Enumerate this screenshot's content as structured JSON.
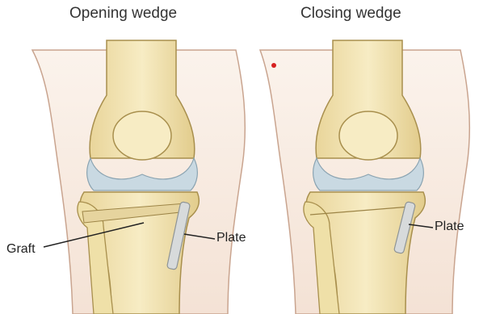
{
  "panels": {
    "left": {
      "title": "Opening wedge"
    },
    "right": {
      "title": "Closing wedge"
    }
  },
  "labels": {
    "graft": "Graft",
    "plate_left": "Plate",
    "plate_right": "Plate"
  },
  "colors": {
    "skin": "#f6e7dc",
    "skin_outline": "#c9a48f",
    "bone": "#f4e6b4",
    "bone_outline": "#a88f4d",
    "cartilage": "#c9d9e2",
    "plate": "#d7dadb",
    "leader_line": "#222222",
    "marker_dot": "#d62020"
  }
}
